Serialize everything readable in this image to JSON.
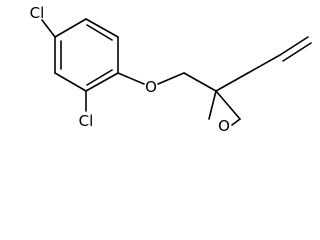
{
  "structure": {
    "atoms": {
      "cl_top": "Cl",
      "cl_bottom": "Cl",
      "ether_oxygen": "O",
      "epoxide_oxygen": "O"
    }
  }
}
